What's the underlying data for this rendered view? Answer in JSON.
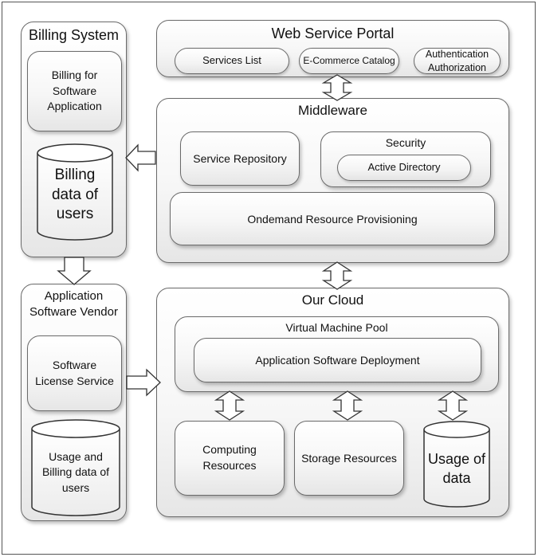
{
  "billing_system": {
    "title": "Billing System",
    "software_app_box": [
      "Billing for",
      "Software",
      "Application"
    ],
    "billing_data_cylinder": [
      "Billing",
      "data of",
      "users"
    ]
  },
  "vendor": {
    "title": [
      "Application",
      "Software Vendor"
    ],
    "license_service": [
      "Software",
      "License Service"
    ],
    "usage_cylinder": [
      "Usage and",
      "Billing data of",
      "users"
    ]
  },
  "portal": {
    "title": "Web Service Portal",
    "services_list": "Services List",
    "ecommerce": "E-Commerce Catalog",
    "auth": [
      "Authentication",
      "Authorization"
    ]
  },
  "middleware": {
    "title": "Middleware",
    "service_repository": "Service Repository",
    "security": "Security",
    "active_directory": "Active Directory",
    "provisioning": "Ondemand Resource Provisioning"
  },
  "cloud": {
    "title": "Our Cloud",
    "vm_pool": "Virtual Machine Pool",
    "deployment": "Application Software Deployment",
    "computing": [
      "Computing",
      "Resources"
    ],
    "storage": "Storage Resources",
    "usage_data": [
      "Usage of",
      "data"
    ]
  }
}
